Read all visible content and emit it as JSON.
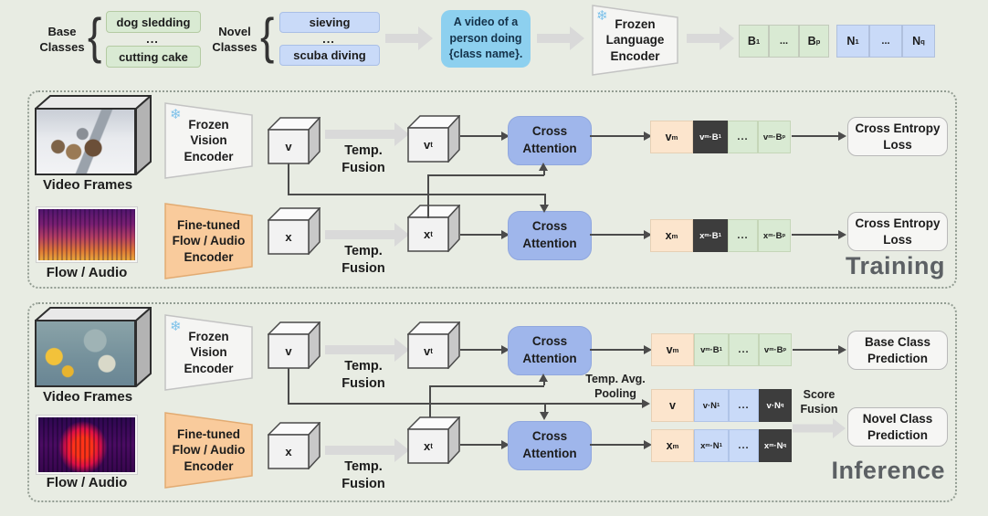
{
  "top": {
    "frozen_icon": "❄",
    "base_label": "Base\nClasses",
    "base_items": [
      "dog sledding",
      "...",
      "cutting cake"
    ],
    "novel_label": "Novel\nClasses",
    "novel_items": [
      "sieving",
      "...",
      "scuba diving"
    ],
    "prompt": "A video of a\nperson doing\n{class name}.",
    "language_encoder": "Frozen\nLanguage\nEncoder",
    "base_tokens": [
      "B_1",
      "...",
      "B_p"
    ],
    "novel_tokens": [
      "N_1",
      "...",
      "N_q"
    ]
  },
  "training": {
    "label": "Training",
    "video_label": "Video Frames",
    "vision_encoder": "Frozen\nVision\nEncoder",
    "flow_label": "Flow / Audio",
    "flow_encoder": "Fine-tuned\nFlow / Audio\nEncoder",
    "temp_fusion": "Temp.\nFusion",
    "cross_attention": "Cross\nAttention",
    "v": "v",
    "vt": "v_t",
    "x": "x",
    "xt": "x_t",
    "v_row": [
      "v_m",
      "v_m·B_1",
      "...",
      "v_m·B_p"
    ],
    "x_row": [
      "x_m",
      "x_m·B_1",
      "...",
      "x_m·B_p"
    ],
    "loss": "Cross Entropy\nLoss"
  },
  "inference": {
    "label": "Inference",
    "video_label": "Video Frames",
    "vision_encoder": "Frozen\nVision\nEncoder",
    "flow_label": "Flow / Audio",
    "flow_encoder": "Fine-tuned\nFlow / Audio\nEncoder",
    "temp_fusion": "Temp.\nFusion",
    "cross_attention": "Cross\nAttention",
    "v": "v",
    "vt": "v_t",
    "x": "x",
    "xt": "x_t",
    "v_row": [
      "v_m",
      "v_m·B_1",
      "...",
      "v_m·B_p"
    ],
    "pool_row": [
      "v",
      "v·N_1",
      "...",
      "v·N_q"
    ],
    "x_row": [
      "x_m",
      "x_m·N_1",
      "...",
      "x_m·N_q"
    ],
    "temp_avg_pooling": "Temp. Avg.\nPooling",
    "score_fusion": "Score\nFusion",
    "base_prediction": "Base Class\nPrediction",
    "novel_prediction": "Novel Class\nPrediction"
  },
  "colors": {
    "background": "#e8ece3",
    "base_green": "#d9ead3",
    "novel_blue": "#c9daf8",
    "prompt_blue": "#8dd0ef",
    "attention_blue": "#9fb6eb",
    "encoder_orange": "#f9cb9c",
    "cell_orange": "#fce5cd",
    "cell_dark": "#3d3d3d",
    "white_box": "#f6f6f4"
  }
}
